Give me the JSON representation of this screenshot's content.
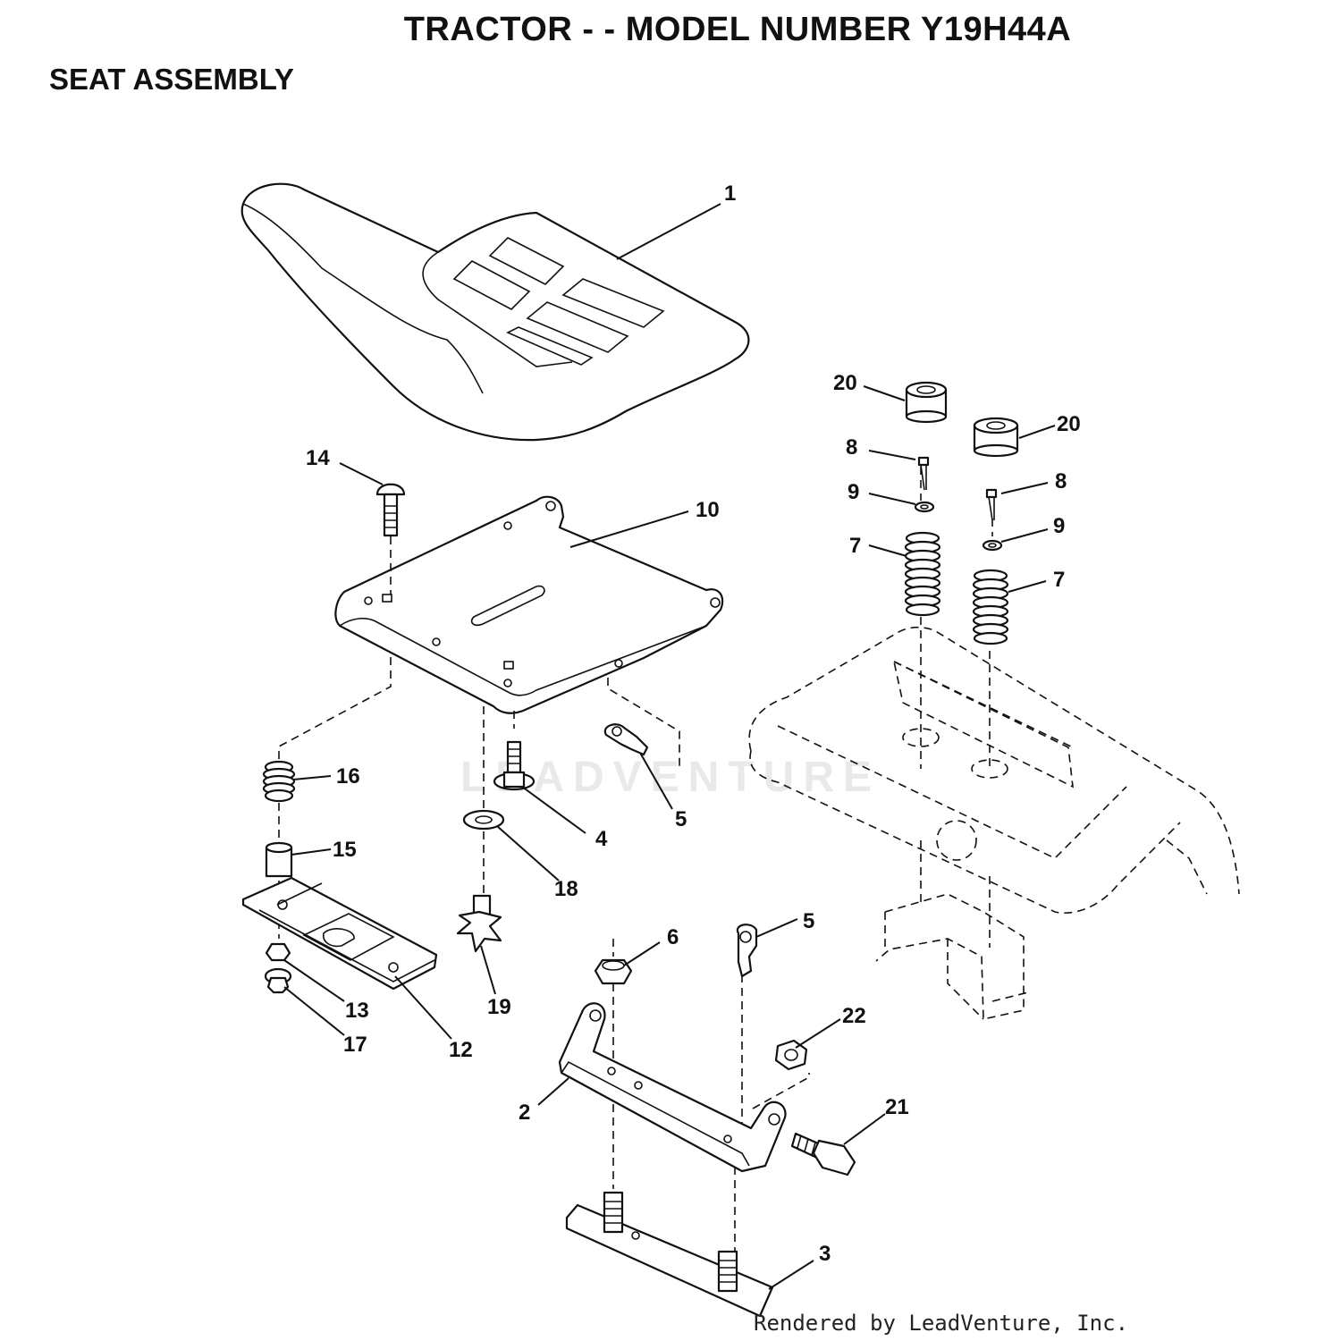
{
  "header": {
    "title": "TRACTOR - - MODEL NUMBER Y19H44A",
    "subtitle": "SEAT ASSEMBLY"
  },
  "watermark": "LEADVENTURE",
  "footer": "Rendered by LeadVenture, Inc.",
  "callouts": {
    "c1": "1",
    "c2": "2",
    "c3": "3",
    "c4": "4",
    "c5a": "5",
    "c5b": "5",
    "c6": "6",
    "c7a": "7",
    "c7b": "7",
    "c8a": "8",
    "c8b": "8",
    "c9a": "9",
    "c9b": "9",
    "c10": "10",
    "c12": "12",
    "c13": "13",
    "c14": "14",
    "c15": "15",
    "c16": "16",
    "c17": "17",
    "c18": "18",
    "c19": "19",
    "c20a": "20",
    "c20b": "20",
    "c21": "21",
    "c22": "22"
  }
}
